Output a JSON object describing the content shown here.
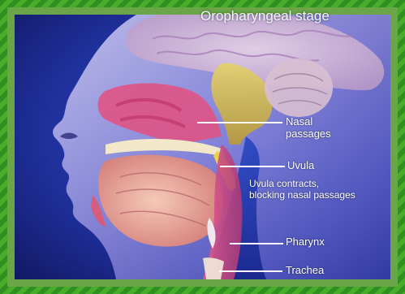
{
  "title": "Oropharyngeal stage",
  "labels": {
    "nasal_passages": [
      "Nasal",
      "passages"
    ],
    "uvula": "Uvula",
    "uvula_note": [
      "Uvula contracts,",
      "blocking nasal passages"
    ],
    "pharynx": "Pharynx",
    "trachea": "Trachea"
  },
  "colors": {
    "background": "#1b2a8f",
    "frame": "#6aa548",
    "border_stripes": "#3a9d24"
  }
}
